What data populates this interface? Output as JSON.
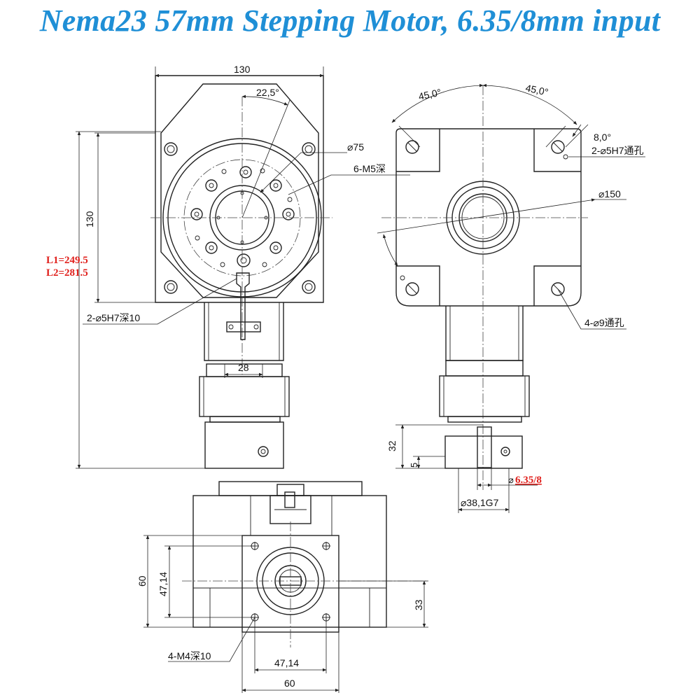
{
  "title": "Nema23 57mm Stepping Motor,  6.35/8mm input",
  "front_view": {
    "width_dim": "130",
    "height_dim": "130",
    "angle_label": "22,5°",
    "dia_75": "⌀75",
    "tap_label": "6-M5深",
    "pin_label": "2-⌀5H7深10",
    "key_dim": "28",
    "l1": "L1=249.5",
    "l2": "L2=281.5"
  },
  "side_view": {
    "angle_left": "45,0°",
    "angle_right": "45,0°",
    "angle_small": "8,0°",
    "hole_label": "2-⌀5H7通孔",
    "dia_150": "⌀150",
    "mount_label": "4-⌀9通孔",
    "dim_32": "32",
    "dim_5": "5",
    "input_bore": "6.35/8",
    "pilot": "⌀38,1G7"
  },
  "bottom_view": {
    "dim_60_v": "60",
    "dim_4714_v": "47,14",
    "dim_33": "33",
    "tap_label": "4-M4深10",
    "dim_4714_h": "47,14",
    "dim_60_h": "60"
  }
}
